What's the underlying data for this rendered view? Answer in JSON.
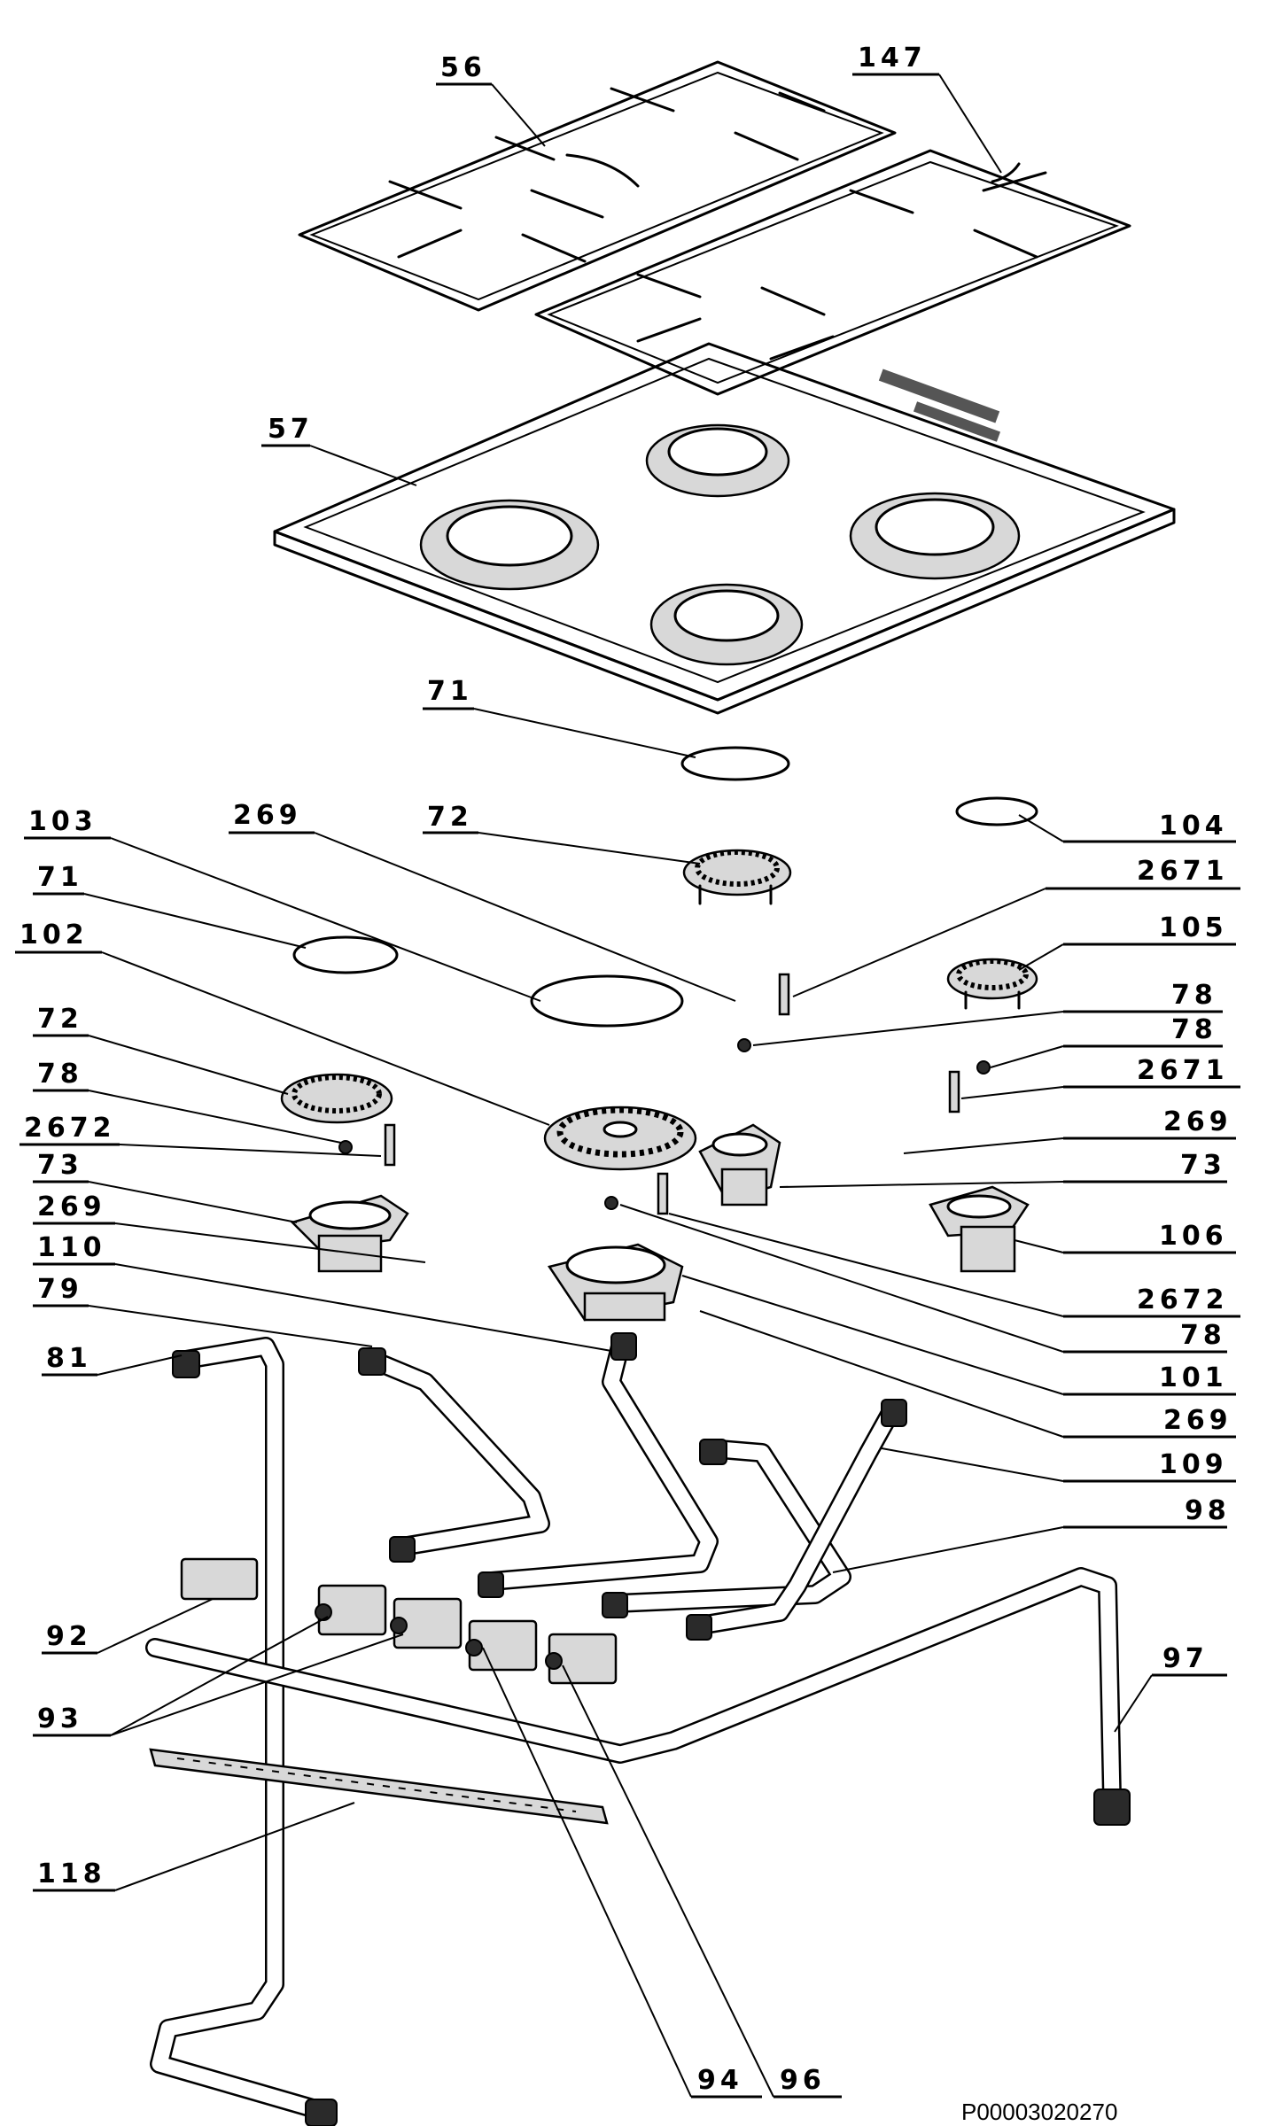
{
  "labels": {
    "56": "56",
    "147": "147",
    "57": "57",
    "71_top": "71",
    "103": "103",
    "269_top": "269",
    "72_top": "72",
    "104": "104",
    "71_left": "71",
    "2671_top": "2671",
    "102": "102",
    "105": "105",
    "72_left": "72",
    "78_mid": "78",
    "78_right": "78",
    "78_left": "78",
    "2671_right": "2671",
    "2672_left": "2672",
    "269_right": "269",
    "73_left": "73",
    "73_right": "73",
    "269_left": "269",
    "106": "106",
    "110": "110",
    "2672_right": "2672",
    "79": "79",
    "78_low": "78",
    "81": "81",
    "101": "101",
    "269_low": "269",
    "109": "109",
    "98": "98",
    "92": "92",
    "97": "97",
    "93": "93",
    "118": "118",
    "94": "94",
    "96": "96"
  },
  "reference_code": "P00003020270"
}
